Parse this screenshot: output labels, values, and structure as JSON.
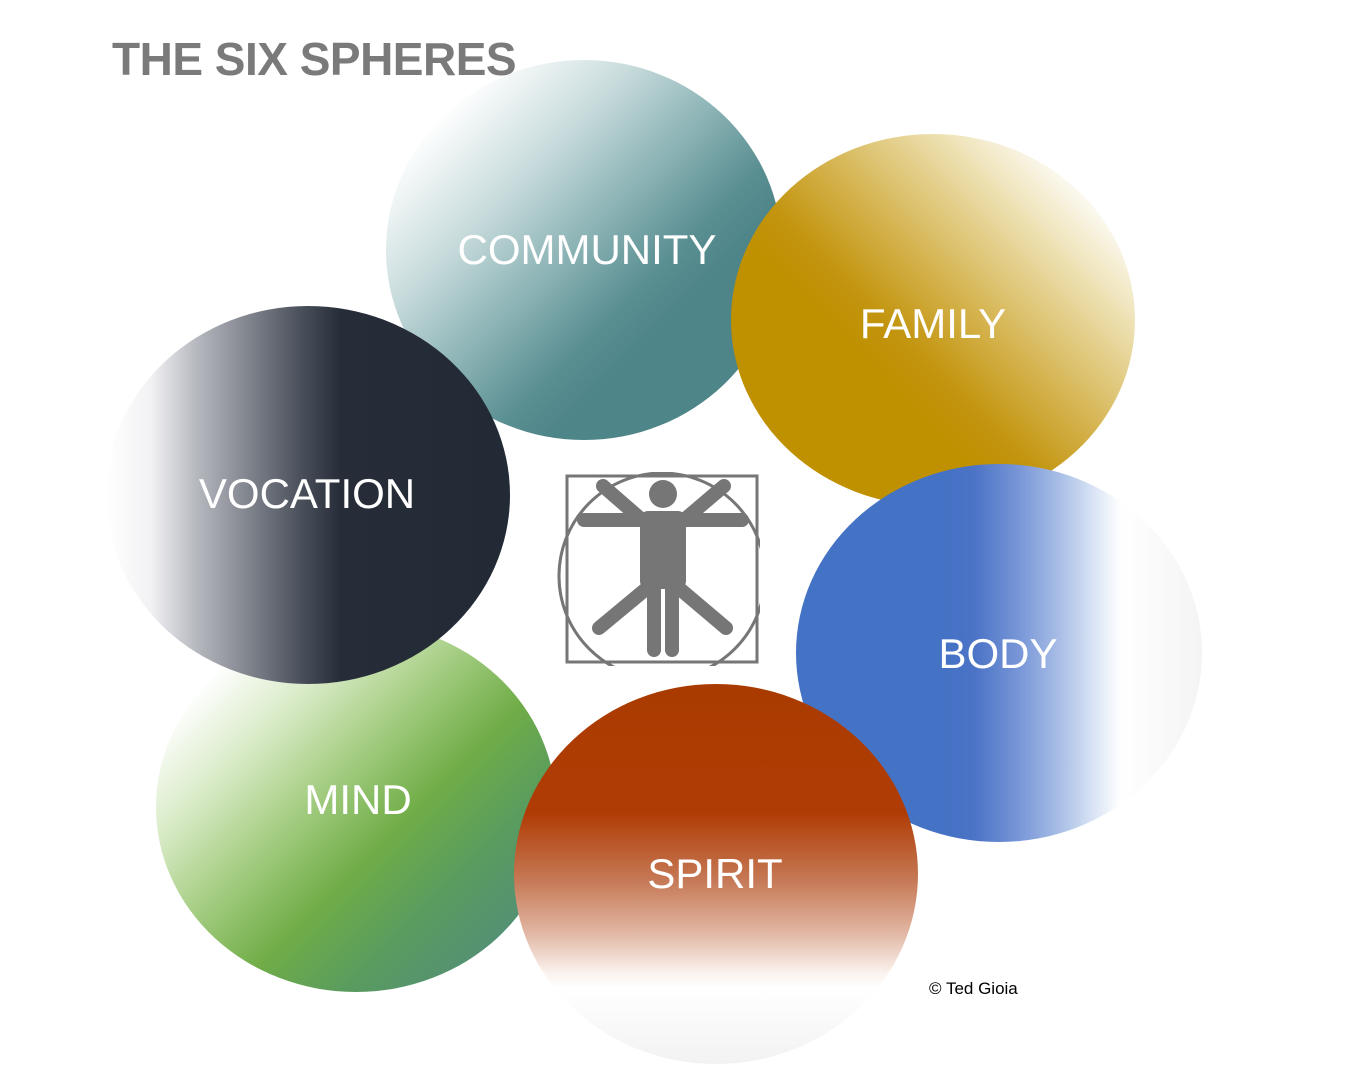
{
  "title": "THE SIX SPHERES",
  "spheres": [
    {
      "id": "community",
      "label": "COMMUNITY",
      "color": "#4e8588"
    },
    {
      "id": "family",
      "label": "FAMILY",
      "color": "#bf9000"
    },
    {
      "id": "vocation",
      "label": "VOCATION",
      "color": "#222a35"
    },
    {
      "id": "body",
      "label": "BODY",
      "color": "#4472c4"
    },
    {
      "id": "mind",
      "label": "MIND",
      "color": "#70ad47"
    },
    {
      "id": "spirit",
      "label": "SPIRIT",
      "color": "#b03c05"
    }
  ],
  "center_icon": "vitruvian-man-icon",
  "copyright": "© Ted Gioia",
  "colors": {
    "title": "#7a7a7a",
    "label": "#ffffff",
    "icon": "#767676"
  }
}
